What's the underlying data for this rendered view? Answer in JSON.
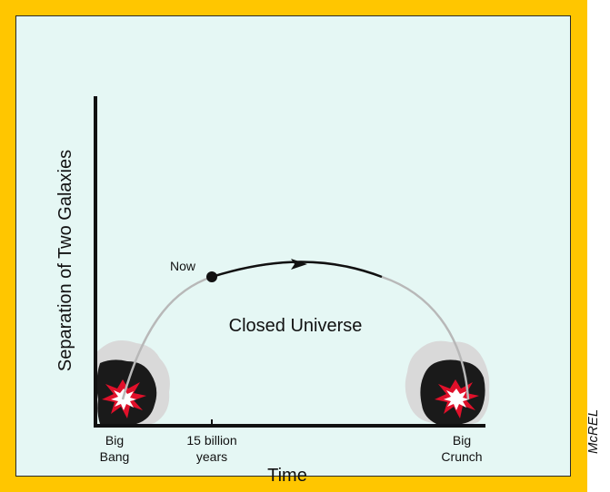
{
  "diagram": {
    "y_axis_label": "Separation of Two Galaxies",
    "x_axis_label": "Time",
    "curve_label": "Closed Universe",
    "now_label": "Now",
    "tick_labels": {
      "big_bang": [
        "Big",
        "Bang"
      ],
      "fifteen_billion": [
        "15 billion",
        "years"
      ],
      "big_crunch": [
        "Big",
        "Crunch"
      ]
    }
  },
  "credit": "McREL",
  "colors": {
    "frame": "#ffc600",
    "background": "#e5f7f4",
    "curve_past_future": "#b8b8b8",
    "curve_present": "#111111",
    "explosion_red": "#e0102a",
    "cloud_gray": "#d9d9d9",
    "blob_black": "#1a1a1a"
  }
}
